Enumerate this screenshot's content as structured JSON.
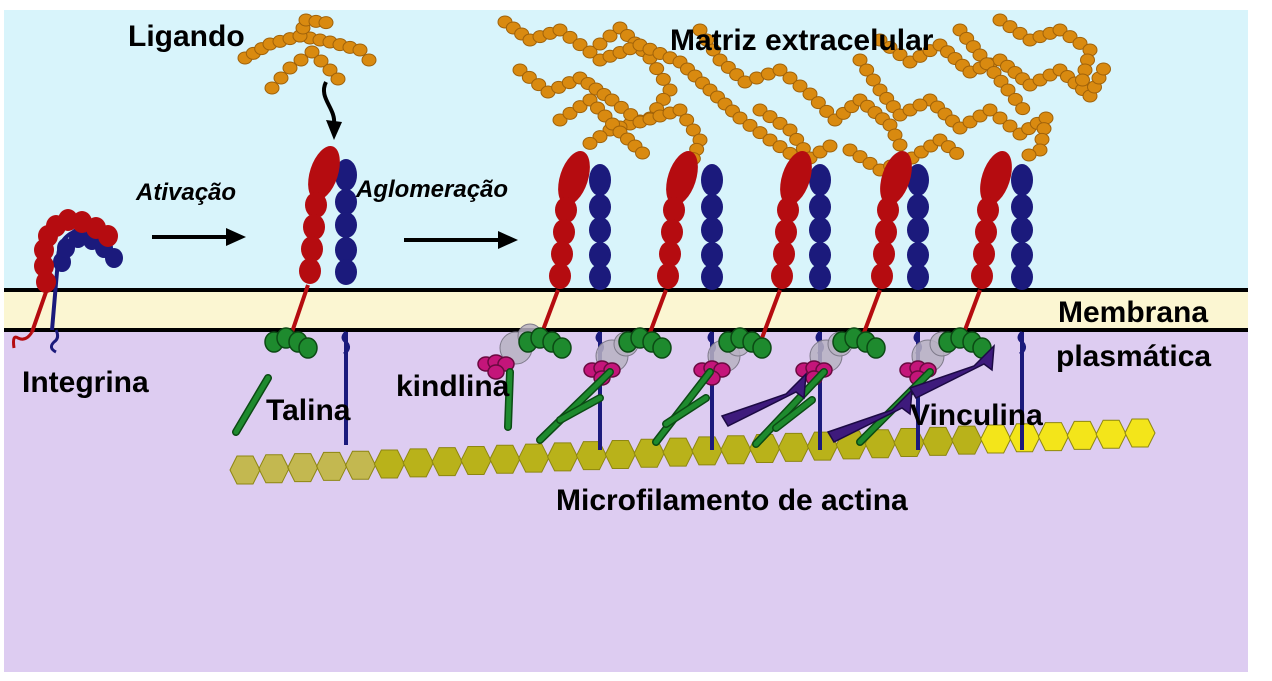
{
  "colors": {
    "extracellular": "#d8f4fb",
    "membrane": "#fbf6d2",
    "cytoplasm": "#ddccf1",
    "alpha_subunit": "#b50c10",
    "beta_subunit": "#1b1a7c",
    "ligand": "#d98a10",
    "talin": "#1e8a2e",
    "kindlin": "#c4157a",
    "vinculin": "#3e1a7c",
    "actin": "#b9b21a",
    "actin_tip": "#f3e51a",
    "gray_protein": "#b7b2c2"
  },
  "icons": [
    "integrin-icon",
    "ligand-icon",
    "talin-icon",
    "kindlin-icon",
    "vinculin-icon",
    "actin-filament-icon",
    "arrow-icon"
  ],
  "labels": {
    "ligand": "Ligando",
    "ecm": "Matriz extracelular",
    "activation": "Ativação",
    "clustering": "Aglomeração",
    "membrane_1": "Membrana",
    "membrane_2": "plasmática",
    "integrin": "Integrina",
    "talin": "Talina",
    "kindlin": "kindlina",
    "vinculin": "Vinculina",
    "actin": "Microfilamento de actina"
  }
}
